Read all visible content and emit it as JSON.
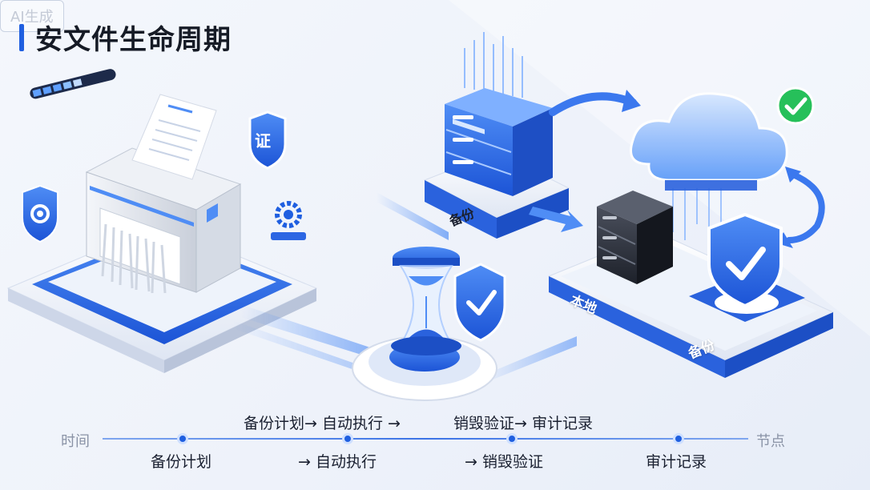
{
  "badge": "AI生成",
  "title": "安文件生命周期",
  "labels": {
    "shield_char": "证",
    "backup_top": "备份",
    "local": "本地",
    "backup_right": "备份"
  },
  "timeline": {
    "left": "时间",
    "right": "节点",
    "upper_text_1": "备份计划→ 自动执行 →",
    "upper_text_2": "销毁验证→ 审计记录",
    "nodes": [
      {
        "label": "备份计划"
      },
      {
        "label": "→ 自动执行"
      },
      {
        "label": "→ 销毁验证"
      },
      {
        "label": "审计记录"
      }
    ]
  },
  "colors": {
    "accent": "#1f5fe0",
    "light_accent": "#4f8df5",
    "dark": "#161b26",
    "check_green": "#26c05a"
  },
  "progress_bar": {
    "fraction": 0.55
  }
}
